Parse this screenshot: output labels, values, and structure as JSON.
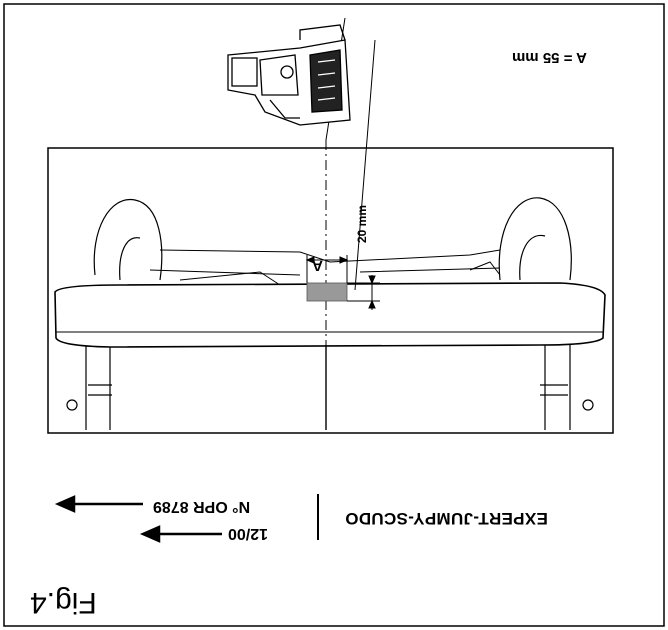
{
  "figure": {
    "label": "Fig.4"
  },
  "caption": {
    "title": "EXPERT-JUMPY-SCUDO",
    "operation": "N° OPR 8789",
    "date": "12/00"
  },
  "annotations": {
    "a_value": "A = 55 mm",
    "a_label": "A",
    "dimension_20": "20 mm"
  },
  "colors": {
    "ink": "#000000",
    "marker": "#999999"
  }
}
